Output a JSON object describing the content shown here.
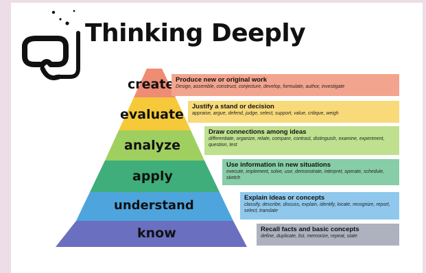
{
  "title": "Thinking Deeply",
  "icon": "snorkel-mask-icon",
  "levels": [
    {
      "name": "create",
      "heading": "Produce new or original work",
      "verbs": "Design, assemble, construct, conjecture, develop, formulate, author, investigate",
      "color": "#ef8c74",
      "box_color": "#f3a48e"
    },
    {
      "name": "evaluate",
      "heading": "Justify a stand or decision",
      "verbs": "appraise, argue, defend, judge, select, support, value, critique, weigh",
      "color": "#f5c93a",
      "box_color": "#f8da7a"
    },
    {
      "name": "analyze",
      "heading": "Draw connections among ideas",
      "verbs": "differentiate, organize, relate, compare, contrast, distinguish, examine, experiment, question, test",
      "color": "#9fcf5f",
      "box_color": "#bfe08f"
    },
    {
      "name": "apply",
      "heading": "Use information in new situations",
      "verbs": "execute, implement, solve, use, demonstrate, interpret, operate, schedule, sketch",
      "color": "#3fae7a",
      "box_color": "#87cda7"
    },
    {
      "name": "understand",
      "heading": "Explain ideas or concepts",
      "verbs": "classify, describe, discuss, explain, identify, locate, recognize, report, select, translate",
      "color": "#4ea4dc",
      "box_color": "#8fc8ec"
    },
    {
      "name": "know",
      "heading": "Recall facts and basic concepts",
      "verbs": "define, duplicate, list, memorize, repeat, state",
      "color": "#6a6fbf",
      "box_color": "#aeb2bf"
    }
  ]
}
